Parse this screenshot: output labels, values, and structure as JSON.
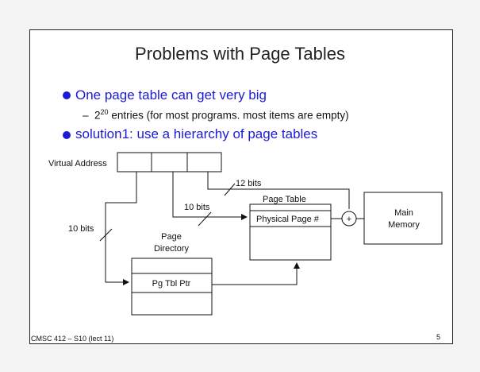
{
  "slide": {
    "title": "Problems with Page Tables",
    "bullets": [
      {
        "text": "One page table can get very big"
      },
      {
        "text": "solution1: use a hierarchy of page tables"
      }
    ],
    "sub_bullet": {
      "dash": "–",
      "base": "2",
      "exponent": "20",
      "text": " entries (for most programs. most items are empty)"
    }
  },
  "diagram": {
    "virtual_address_label": "Virtual Address",
    "bits_12_label": "12 bits",
    "bits_10_mid_label": "10 bits",
    "bits_10_left_label": "10 bits",
    "page_table_label": "Page Table",
    "physical_page_label": "Physical Page #",
    "adder_symbol": "+",
    "main_memory_line1": "Main",
    "main_memory_line2": "Memory",
    "page_directory_line1": "Page",
    "page_directory_line2": "Directory",
    "pg_tbl_ptr_label": "Pg Tbl Ptr"
  },
  "footer": {
    "course": "CMSC 412 – S10 (lect 11)",
    "page_number": "5"
  }
}
